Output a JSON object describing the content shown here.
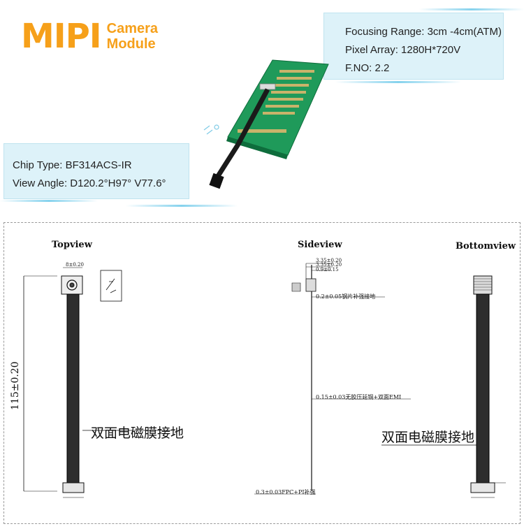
{
  "logo": {
    "main": "MIPI",
    "line1": "Camera",
    "line2": "Module"
  },
  "specs_right": {
    "focusing_range": "Focusing Range: 3cm -4cm(ATM)",
    "pixel_array": "Pixel Array:  1280H*720V",
    "fno": "F.NO: 2.2"
  },
  "specs_left": {
    "chip_type": "Chip Type: BF314ACS-IR",
    "view_angle": "View Angle: D120.2°H97° V77.6°"
  },
  "drawing": {
    "topview": {
      "title": "Topview",
      "length_dim": "115±0.20",
      "top_dim": "8±0.20",
      "label": "双面电磁膜接地"
    },
    "sideview": {
      "title": "Sideview",
      "dims": [
        "3.35±0.20",
        "3.35±0.20",
        "0.9±0.15"
      ],
      "note_stiffener": "0.2±0.05钢片补强接地",
      "note_emi": "0.15±0.03无胶压延铜+双面EMI",
      "note_fpc": "0.3±0.03FPC+PI补强"
    },
    "bottomview": {
      "title": "Bottomview",
      "label": "双面电磁膜接地"
    }
  },
  "colors": {
    "logo": "#f6a01a",
    "pcb": "#1f9a5a",
    "box": "#d7f0f8"
  }
}
